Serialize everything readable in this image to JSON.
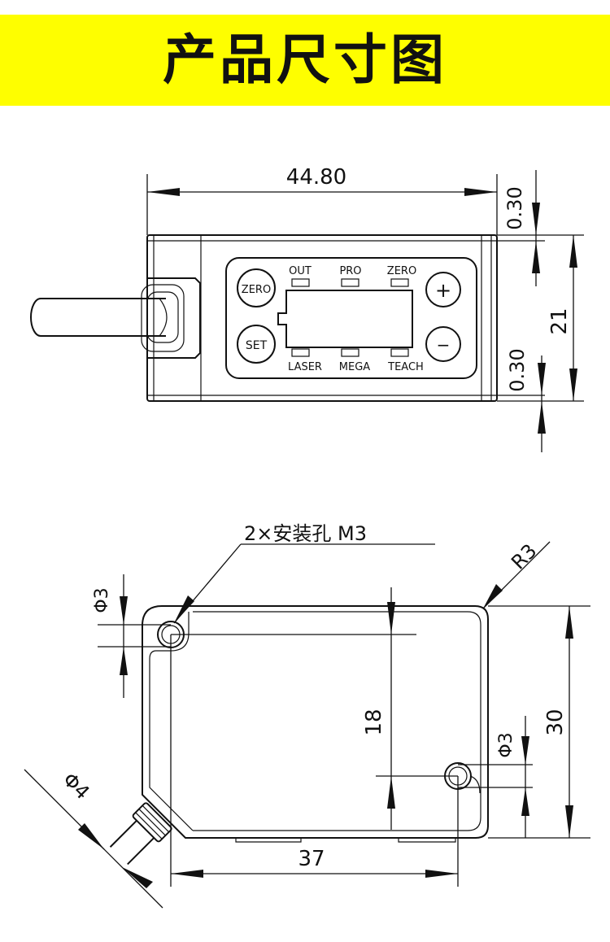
{
  "banner": {
    "title": "产品尺寸图",
    "background": "#fefe00"
  },
  "front_view": {
    "panel": {
      "buttons": {
        "zero": "ZERO",
        "set": "SET",
        "plus": "+",
        "minus": "−"
      },
      "indicators_top": [
        "OUT",
        "PRO",
        "ZERO"
      ],
      "indicators_bottom": [
        "LASER",
        "MEGA",
        "TEACH"
      ]
    },
    "dimensions": {
      "width": "44.80",
      "height": "21",
      "gap_top": "0.30",
      "gap_bottom": "0.30"
    }
  },
  "back_view": {
    "callout": "2×安装孔 M3",
    "dimensions": {
      "hole_dia_left": "Φ3",
      "hole_dia_right": "Φ3",
      "corner_radius": "R3",
      "hole_vertical_spacing": "18",
      "height": "30",
      "hole_horizontal_spacing": "37",
      "cable_dia": "Φ4"
    }
  }
}
